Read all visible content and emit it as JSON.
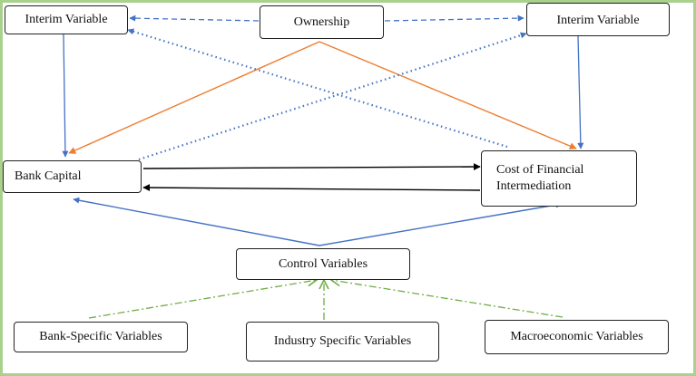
{
  "diagram": {
    "nodes": {
      "interim_left": "Interim Variable",
      "ownership": "Ownership",
      "interim_right": "Interim Variable",
      "bank_capital": "Bank Capital",
      "cost_fin_line1": "Cost of Financial",
      "cost_fin_line2": "Intermediation",
      "control": "Control Variables",
      "bank_specific": "Bank-Specific Variables",
      "industry_specific": "Industry Specific Variables",
      "macroeconomic": "Macroeconomic Variables"
    },
    "colors": {
      "frame": "#a9d18e",
      "blue": "#4472c4",
      "orange": "#ed7d31",
      "black": "#000000",
      "green": "#70ad47"
    },
    "edges": [
      {
        "from": "ownership",
        "to": "interim_left",
        "style": "dashed",
        "color": "blue"
      },
      {
        "from": "ownership",
        "to": "interim_right",
        "style": "dashed",
        "color": "blue"
      },
      {
        "from": "interim_left",
        "to": "bank_capital",
        "style": "solid",
        "color": "blue"
      },
      {
        "from": "interim_right",
        "to": "cost_financial_intermediation",
        "style": "solid",
        "color": "blue"
      },
      {
        "from": "ownership",
        "to": "bank_capital",
        "style": "solid",
        "color": "orange"
      },
      {
        "from": "ownership",
        "to": "cost_financial_intermediation",
        "style": "solid",
        "color": "orange"
      },
      {
        "from": "bank_capital",
        "to": "interim_right",
        "style": "dotted",
        "color": "blue"
      },
      {
        "from": "cost_financial_intermediation",
        "to": "interim_left",
        "style": "dotted",
        "color": "blue"
      },
      {
        "from": "bank_capital",
        "to": "cost_financial_intermediation",
        "style": "solid",
        "color": "black"
      },
      {
        "from": "cost_financial_intermediation",
        "to": "bank_capital",
        "style": "solid",
        "color": "black"
      },
      {
        "from": "control",
        "to": "bank_capital",
        "style": "solid",
        "color": "blue"
      },
      {
        "from": "control",
        "to": "cost_financial_intermediation",
        "style": "solid",
        "color": "blue"
      },
      {
        "from": "bank_specific",
        "to": "control",
        "style": "dash-dot",
        "color": "green"
      },
      {
        "from": "industry_specific",
        "to": "control",
        "style": "dash-dot",
        "color": "green"
      },
      {
        "from": "macroeconomic",
        "to": "control",
        "style": "dash-dot",
        "color": "green"
      }
    ]
  }
}
